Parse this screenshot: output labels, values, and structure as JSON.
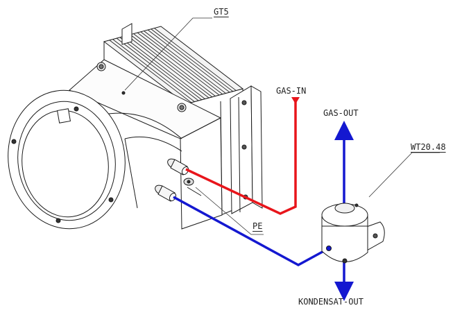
{
  "labels": {
    "gt5": "GT5",
    "gas_in": "GAS-IN",
    "gas_out": "GAS-OUT",
    "wt": "WT20.48",
    "pe": "PE",
    "kondensat_out": "KONDENSAT-OUT"
  },
  "colors": {
    "gas_in_line": "#e8151b",
    "gas_out_line": "#1418d0",
    "outline": "#1a1a1a"
  }
}
